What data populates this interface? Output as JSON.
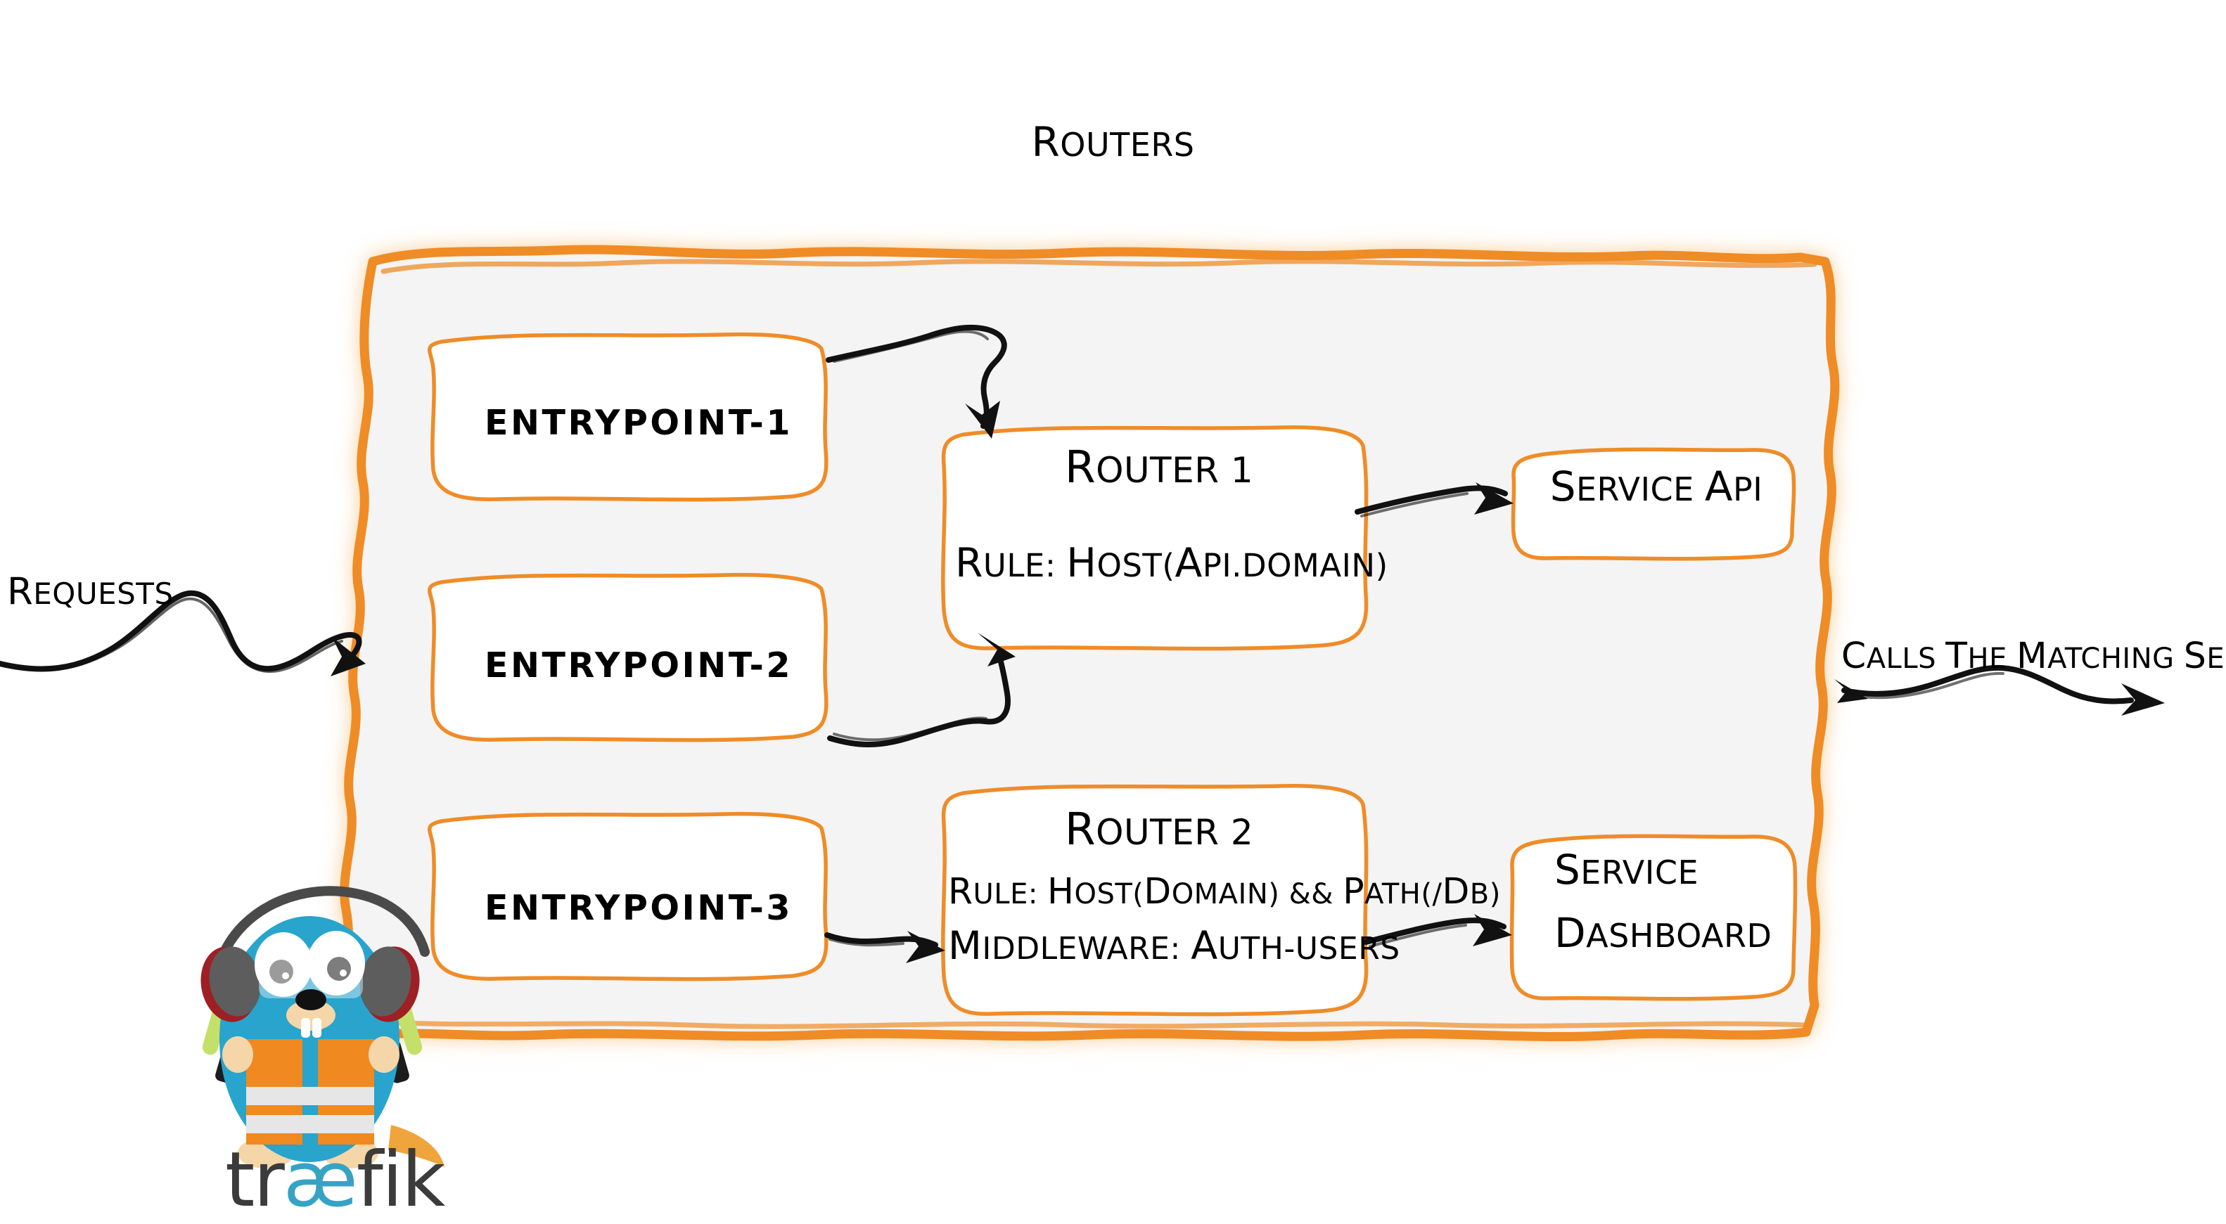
{
  "diagram": {
    "title": "Routers",
    "product": "traefik",
    "colors": {
      "accent_orange": "#ef8c28",
      "panel_fill": "#f4f4f4",
      "page_background": "#ffffff",
      "ink_black": "#000000",
      "brand_cyan": "#37a3c4",
      "wordmark_gray": "#3b3b3b"
    }
  },
  "container": {
    "label": "routers-panel"
  },
  "entrypoints": [
    {
      "id": "entrypoint-1",
      "label": "entrypoint-1"
    },
    {
      "id": "entrypoint-2",
      "label": "entrypoint-2"
    },
    {
      "id": "entrypoint-3",
      "label": "entrypoint-3"
    }
  ],
  "routers": [
    {
      "id": "router-1",
      "title": "Router 1",
      "rule": "rule: Host(api.domain)",
      "middleware": null
    },
    {
      "id": "router-2",
      "title": "Router 2",
      "rule": "rule: Host(domain) && Path(/db)",
      "middleware": "Middleware: auth-users"
    }
  ],
  "services": [
    {
      "id": "service-api",
      "label": "Service API",
      "lines": [
        "Service API"
      ]
    },
    {
      "id": "service-dashboard",
      "label": "Service Dashboard",
      "lines": [
        "Service",
        "Dashboard"
      ]
    }
  ],
  "annotations": {
    "inbound": "Requests",
    "outbound": "Calls the matching server"
  },
  "logo": {
    "wordmark_parts": [
      "tr",
      "æ",
      "fik"
    ],
    "mascot": "traefik-gopher-mascot"
  }
}
